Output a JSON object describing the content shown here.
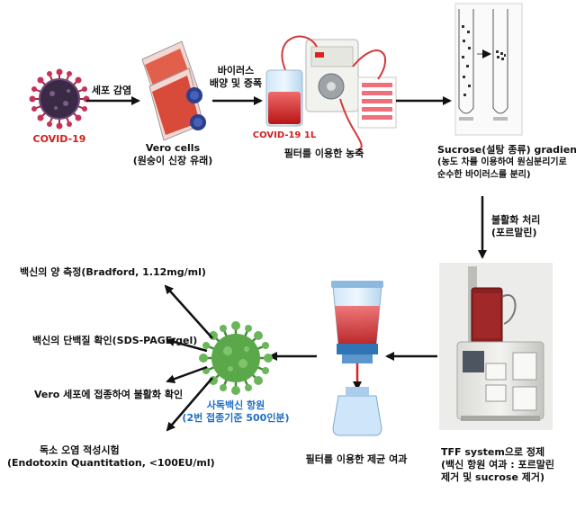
{
  "colors": {
    "virus_red": "#d21e1e",
    "antigen_blue": "#1f6fc4",
    "antigen_green": "#5aa84a"
  },
  "stages": {
    "covid": {
      "label": "COVID-19",
      "icon": "coronavirus-icon"
    },
    "infect": {
      "label": "세포 감염"
    },
    "vero": {
      "line1": "Vero cells",
      "line2": "(원숭이 신장 유래)",
      "icon": "cell-culture-flask-icon"
    },
    "culture": {
      "line1": "바이러스",
      "line2": "배양 및 증폭"
    },
    "concentrate": {
      "tag": "COVID-19 1L",
      "label": "필터를 이용한 농축",
      "icon": "filtration-apparatus-icon"
    },
    "sucrose": {
      "line1": "Sucrose(설탕 종류) gradient",
      "line2": "(농도 차를 이용하여 원심분리기로",
      "line3": "순수한 바이러스를 분리)",
      "icon": "centrifuge-tube-icon"
    },
    "inactivation": {
      "line1": "불활화 처리",
      "line2": "(포르말린)"
    },
    "tff": {
      "line1": "TFF system으로 정제",
      "line2": "(백신 항원 여과 : 포르말린",
      "line3": "제거 및 sucrose 제거)",
      "icon": "tff-machine-icon"
    },
    "sterile": {
      "label": "필터를 이용한 제균 여과",
      "icon": "bottle-top-filter-icon"
    },
    "antigen": {
      "line1": "사독백신 항원",
      "line2": "(2번 접종기준 500인분)",
      "icon": "antigen-virus-icon"
    }
  },
  "outputs": [
    {
      "text": "백신의 양 측정(Bradford, 1.12mg/ml)"
    },
    {
      "text": "백신의 단백질 확인(SDS-PAGE gel)"
    },
    {
      "text": "Vero 세포에 접종하여 불활화 확인"
    },
    {
      "line1": "독소 오염 적성시험",
      "line2": "(Endotoxin Quantitation, <100EU/ml)"
    }
  ]
}
